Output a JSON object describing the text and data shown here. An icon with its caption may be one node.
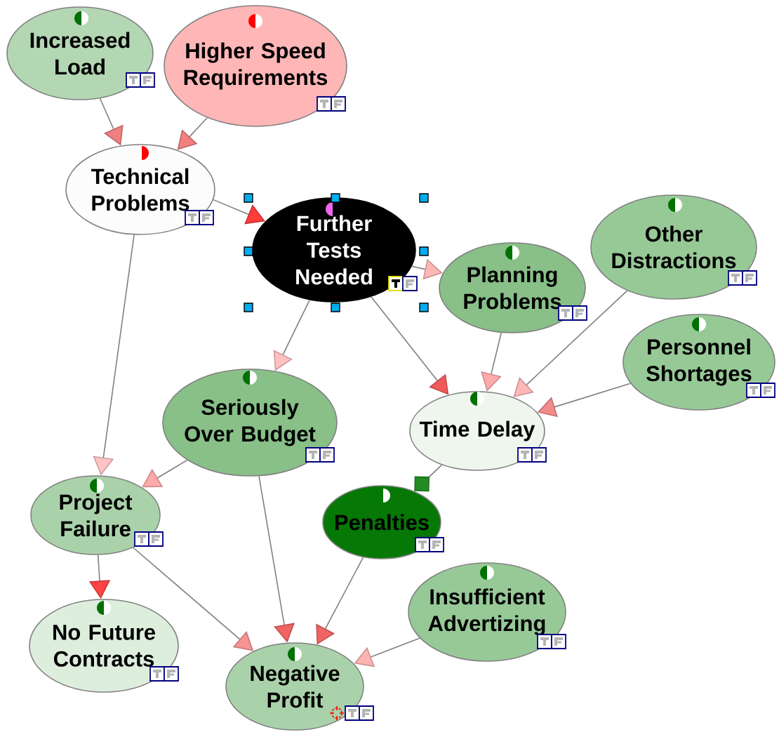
{
  "diagram": {
    "nodes": [
      {
        "text": [
          "Increased Load"
        ]
      },
      {
        "text": [
          "Higher Speed Requirements"
        ]
      },
      {
        "text": [
          "Technical Problems"
        ]
      },
      {
        "text": [
          "Further Tests Needed"
        ]
      },
      {
        "text": [
          "Planning Problems"
        ]
      },
      {
        "text": [
          "Other Distractions"
        ]
      },
      {
        "text": [
          "Personnel Shortages"
        ]
      },
      {
        "text": [
          "Seriously Over Budget"
        ]
      },
      {
        "text": [
          "Time Delay"
        ]
      },
      {
        "text": [
          "Project Failure"
        ]
      },
      {
        "text": [
          "Penalties"
        ]
      },
      {
        "text": [
          "Insufficient Advertizing"
        ]
      },
      {
        "text": [
          "No Future Contracts"
        ]
      },
      {
        "text": [
          "Negative Profit"
        ]
      }
    ],
    "edges": [
      {
        "from": 0,
        "to": 2,
        "arrow": "to"
      },
      {
        "from": 1,
        "to": 2,
        "arrow": "to"
      },
      {
        "from": 2,
        "to": 3,
        "arrow": "to"
      },
      {
        "from": 2,
        "to": 9,
        "arrow": "to"
      },
      {
        "from": 3,
        "to": 4,
        "arrow": "to"
      },
      {
        "from": 3,
        "to": 7,
        "arrow": "to"
      },
      {
        "from": 3,
        "to": 8,
        "arrow": "to"
      },
      {
        "from": 4,
        "to": 8,
        "arrow": "to"
      },
      {
        "from": 5,
        "to": 8,
        "arrow": "to"
      },
      {
        "from": 6,
        "to": 8,
        "arrow": "to"
      },
      {
        "from": 7,
        "to": 9,
        "arrow": "to"
      },
      {
        "from": 7,
        "to": 13,
        "arrow": "to"
      },
      {
        "from": 8,
        "to": 10,
        "arrow": "other"
      },
      {
        "from": 9,
        "to": 12,
        "arrow": "to"
      },
      {
        "from": 9,
        "to": 13,
        "arrow": "to"
      },
      {
        "from": 10,
        "to": 13,
        "arrow": "to"
      },
      {
        "from": 11,
        "to": 13,
        "arrow": "to"
      }
    ]
  }
}
